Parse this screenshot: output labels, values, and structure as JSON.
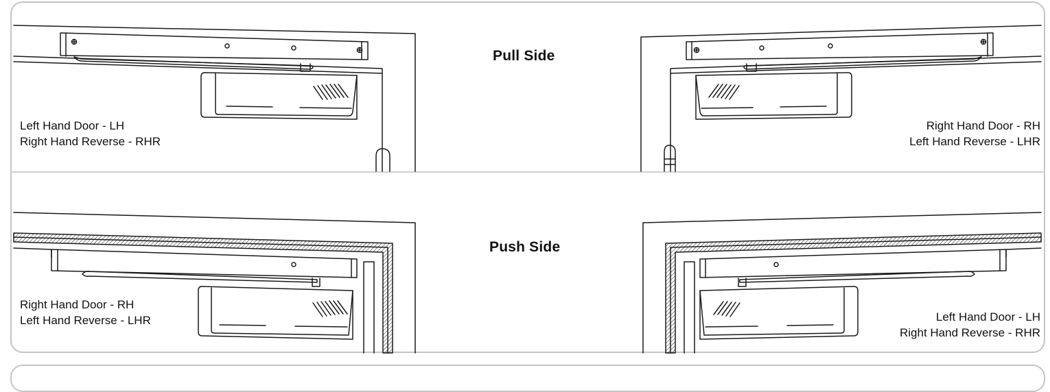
{
  "headings": {
    "pull": "Pull Side",
    "push": "Push Side"
  },
  "pull_side": {
    "left": {
      "line1": "Left Hand Door - LH",
      "line2": "Right Hand Reverse - RHR"
    },
    "right": {
      "line1": "Right Hand Door - RH",
      "line2": "Left Hand Reverse - LHR"
    }
  },
  "push_side": {
    "left": {
      "line1": "Right Hand Door - RH",
      "line2": "Left Hand Reverse - LHR"
    },
    "right": {
      "line1": "Left Hand Door - LH",
      "line2": "Right Hand Reverse - RHR"
    }
  },
  "colors": {
    "line": "#1a1a1a",
    "frame_border": "#c4c4c4"
  }
}
